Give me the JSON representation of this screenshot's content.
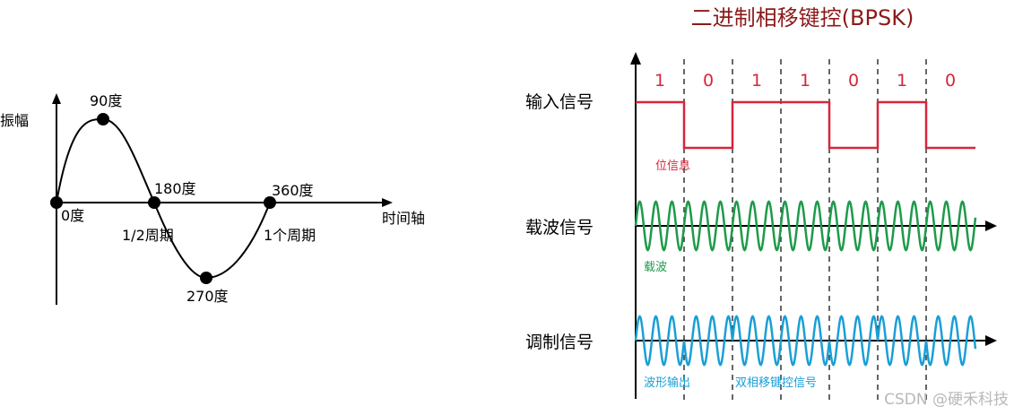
{
  "title": "二进制相移键控(BPSK)",
  "left_diagram": {
    "y_axis_label": "振幅",
    "x_axis_label": "时间轴",
    "points": {
      "p0": "0度",
      "p90": "90度",
      "p180": "180度",
      "p270": "270度",
      "p360": "360度"
    },
    "half_period": "1/2周期",
    "full_period": "1个周期"
  },
  "rows": {
    "input": "输入信号",
    "carrier": "载波信号",
    "modulated": "调制信号"
  },
  "bits": [
    "1",
    "0",
    "1",
    "1",
    "0",
    "1",
    "0"
  ],
  "annotations": {
    "bit_info": "位信息",
    "carrier": "载波",
    "waveform_output": "波形输出",
    "bpsk": "双相移键控信号"
  },
  "watermark": "CSDN @硬禾科技",
  "colors": {
    "title": "#8b1a1a",
    "input_signal": "#d6263b",
    "carrier": "#1e9a4a",
    "modulated": "#1a9fd6",
    "axis": "#000000"
  }
}
